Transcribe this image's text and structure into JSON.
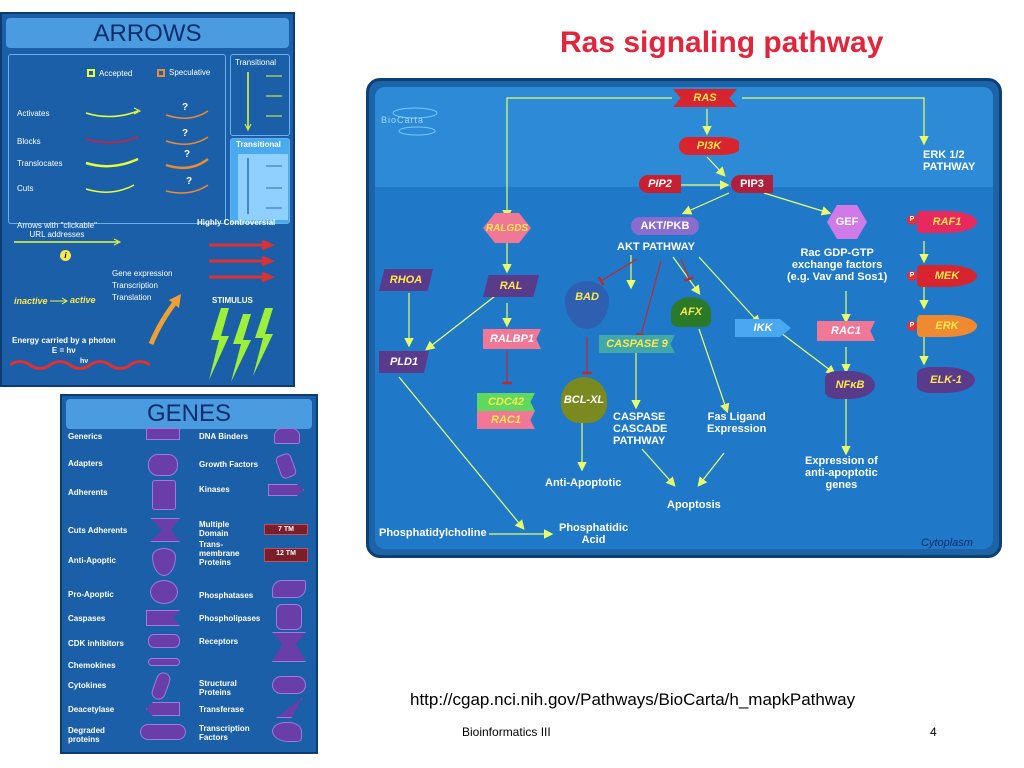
{
  "slide": {
    "title": "Ras signaling pathway",
    "url": "http://cgap.nci.nih.gov/Pathways/BioCarta/h_mapkPathway",
    "footer_center": "Bioinformatics III",
    "page_number": "4"
  },
  "arrows_panel": {
    "title": "ARROWS",
    "accepted": "Accepted",
    "speculative": "Speculative",
    "rows": [
      "Activates",
      "Blocks",
      "Translocates",
      "Cuts"
    ],
    "question_mark": "?",
    "transitional_1": "Transitional",
    "transitional_2": "Transitional",
    "clickable": "Arrows with \"clickable\"\nURL addresses",
    "info_icon": "i",
    "highly_controversial": "Highly Controversial",
    "gene_expression": "Gene expression\nTranscription\nTranslation",
    "inactive": "inactive",
    "active": "active",
    "stimulus": "STIMULUS",
    "energy": "Energy carried by a photon\nE = hν",
    "photon": "hν"
  },
  "genes_panel": {
    "title": "GENES",
    "left": [
      "Generics",
      "Adapters",
      "Adherents",
      "Cuts Adherents",
      "Anti-Apoptic",
      "Pro-Apoptic",
      "Caspases",
      "CDK inhibitors",
      "Chemokines",
      "Cytokines",
      "Deacetylase",
      "Degraded\nproteins"
    ],
    "right": [
      "DNA Binders",
      "Growth Factors",
      "Kinases",
      "Multiple\nDomain",
      "Trans-\nmembrane\nProteins",
      "Phosphatases",
      "Phospholipases",
      "Receptors",
      "Structural\nProteins",
      "Transferase",
      "Transcription\nFactors"
    ],
    "tm7": "7 TM",
    "tm12": "12 TM"
  },
  "diagram": {
    "logo": "BioCarta",
    "nodes": {
      "ras": "RAS",
      "pi3k": "PI3K",
      "pip2": "PIP2",
      "pip3": "PIP3",
      "ralgds": "RALGDS",
      "aktpkb": "AKT/PKB",
      "gef": "GEF",
      "rhoa": "RHOA",
      "ral": "RAL",
      "bad": "BAD",
      "afx": "AFX",
      "ikk": "IKK",
      "ralbp1": "RALBP1",
      "caspase9": "CASPASE 9",
      "rac1_mid": "RAC1",
      "pld1": "PLD1",
      "cdc42": "CDC42",
      "rac1_left": "RAC1",
      "bclxl": "BCL-XL",
      "nfkb": "NFκB",
      "raf1": "RAF1",
      "mek": "MEK",
      "erk": "ERK",
      "elk1": "ELK-1",
      "p": "P"
    },
    "labels": {
      "erk_pathway": "ERK 1/2\nPATHWAY",
      "akt_pathway": "AKT PATHWAY",
      "rac_gdp": "Rac GDP-GTP\nexchange factors\n(e.g. Vav and Sos1)",
      "caspase_cascade": "CASPASE\nCASCADE\nPATHWAY",
      "fas_ligand": "Fas Ligand\nExpression",
      "anti_apoptotic": "Anti-Apoptotic",
      "apoptosis": "Apoptosis",
      "expression": "Expression of\nanti-apoptotic\ngenes",
      "phosphatidylcholine": "Phosphatidylcholine",
      "phosphatidic": "Phosphatidic\nAcid",
      "cytoplasm": "Cytoplasm"
    }
  },
  "colors": {
    "title_red": "#e0263c",
    "panel_blue": "#1a5fa8",
    "node_red": "#d8242e",
    "node_purple": "#5a3a8a",
    "node_pink": "#f07896",
    "node_yellow": "#ffe84a",
    "arrow_yellow": "#e8ff6a",
    "arrow_red": "#c0282e"
  }
}
